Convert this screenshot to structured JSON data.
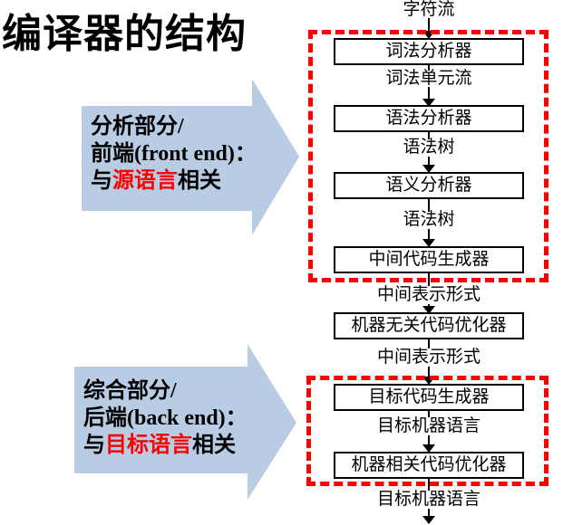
{
  "title": "编译器的结构",
  "colors": {
    "accent_red": "#ff0000",
    "callout_blue": "#b8cce4",
    "box_border": "#000000"
  },
  "front_arrow": {
    "line1": "分析部分/",
    "line2": "前端(front end)：",
    "line3_prefix": "与",
    "line3_red": "源语言",
    "line3_suffix": "相关"
  },
  "back_arrow": {
    "line1": "综合部分/",
    "line2": "后端(back end)：",
    "line3_prefix": "与",
    "line3_red": "目标语言",
    "line3_suffix": "相关"
  },
  "flow": {
    "nodes": [
      {
        "type": "label",
        "text": "字符流"
      },
      {
        "type": "box",
        "text": "词法分析器"
      },
      {
        "type": "label",
        "text": "词法单元流"
      },
      {
        "type": "box",
        "text": "语法分析器"
      },
      {
        "type": "label",
        "text": "语法树"
      },
      {
        "type": "box",
        "text": "语义分析器"
      },
      {
        "type": "label",
        "text": "语法树"
      },
      {
        "type": "box",
        "text": "中间代码生成器"
      },
      {
        "type": "label",
        "text": "中间表示形式"
      },
      {
        "type": "box",
        "text": "机器无关代码优化器"
      },
      {
        "type": "label",
        "text": "中间表示形式"
      },
      {
        "type": "box",
        "text": "目标代码生成器"
      },
      {
        "type": "label",
        "text": "目标机器语言"
      },
      {
        "type": "box",
        "text": "机器相关代码优化器"
      },
      {
        "type": "label",
        "text": "目标机器语言"
      }
    ]
  }
}
